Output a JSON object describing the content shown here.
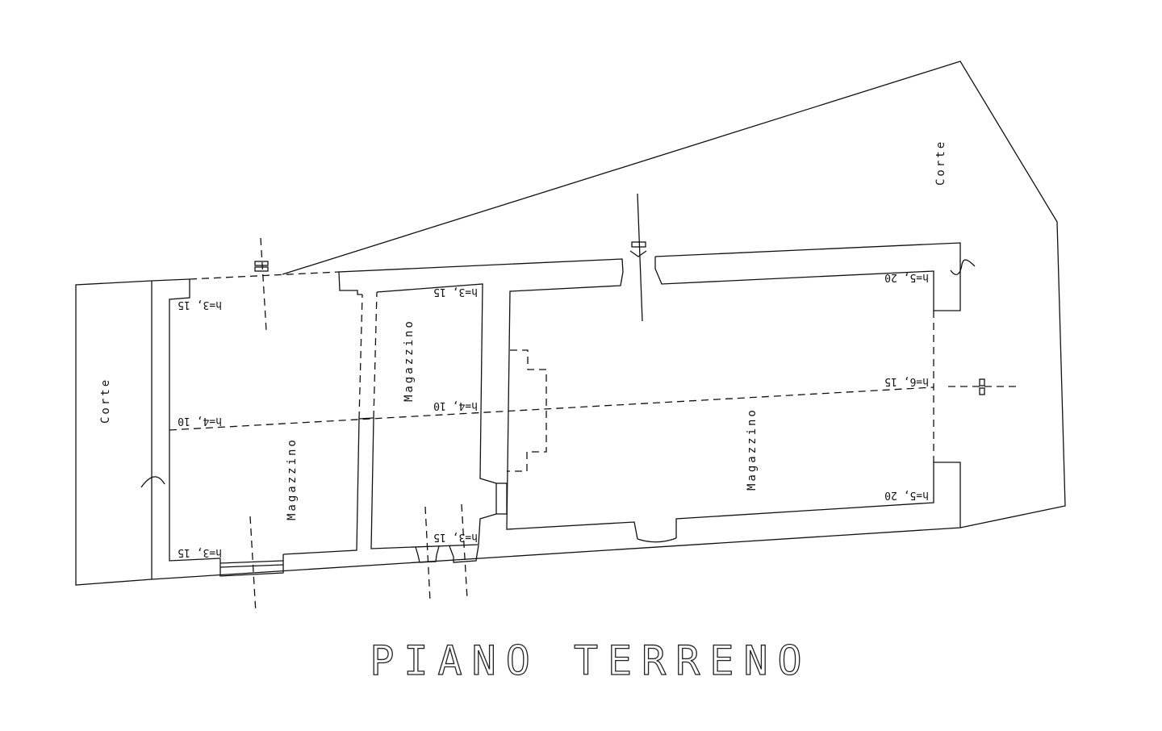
{
  "title": "PIANO TERRENO",
  "courtyards": [
    "Corte",
    "Corte"
  ],
  "rooms": [
    {
      "name": "Magazzino",
      "heights": [
        "h=3, 15",
        "h=4, 10",
        "h=3, 15"
      ]
    },
    {
      "name": "Magazzino",
      "heights": [
        "h=3, 15",
        "h=4, 10",
        "h=3, 15"
      ]
    },
    {
      "name": "Magazzino",
      "heights": [
        "h=5, 20",
        "h=6, 15",
        "h=5, 20"
      ]
    }
  ]
}
